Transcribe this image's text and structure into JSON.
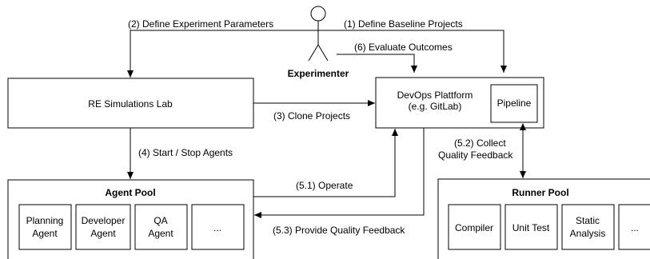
{
  "actor": {
    "label": "Experimenter"
  },
  "nodes": {
    "re_lab": {
      "label": "RE Simulations Lab"
    },
    "devops": {
      "line1": "DevOps Plattform",
      "line2": "(e.g. GitLab)"
    },
    "pipeline": {
      "label": "Pipeline"
    },
    "agent_pool": {
      "title": "Agent Pool",
      "items": [
        {
          "line1": "Planning",
          "line2": "Agent"
        },
        {
          "line1": "Developer",
          "line2": "Agent"
        },
        {
          "line1": "QA",
          "line2": "Agent"
        },
        {
          "line1": "...",
          "line2": ""
        }
      ]
    },
    "runner_pool": {
      "title": "Runner Pool",
      "items": [
        {
          "line1": "Compiler",
          "line2": ""
        },
        {
          "line1": "Unit Test",
          "line2": ""
        },
        {
          "line1": "Static",
          "line2": "Analysis"
        },
        {
          "line1": "...",
          "line2": ""
        }
      ]
    }
  },
  "edges": {
    "e1": "(1) Define Baseline Projects",
    "e2": "(2) Define Experiment Parameters",
    "e3": "(3) Clone Projects",
    "e4": "(4) Start / Stop Agents",
    "e51": "(5.1) Operate",
    "e52_line1": "(5.2) Collect",
    "e52_line2": "Quality Feedback",
    "e53": "(5.3) Provide Quality Feedback",
    "e6": "(6) Evaluate Outcomes"
  }
}
